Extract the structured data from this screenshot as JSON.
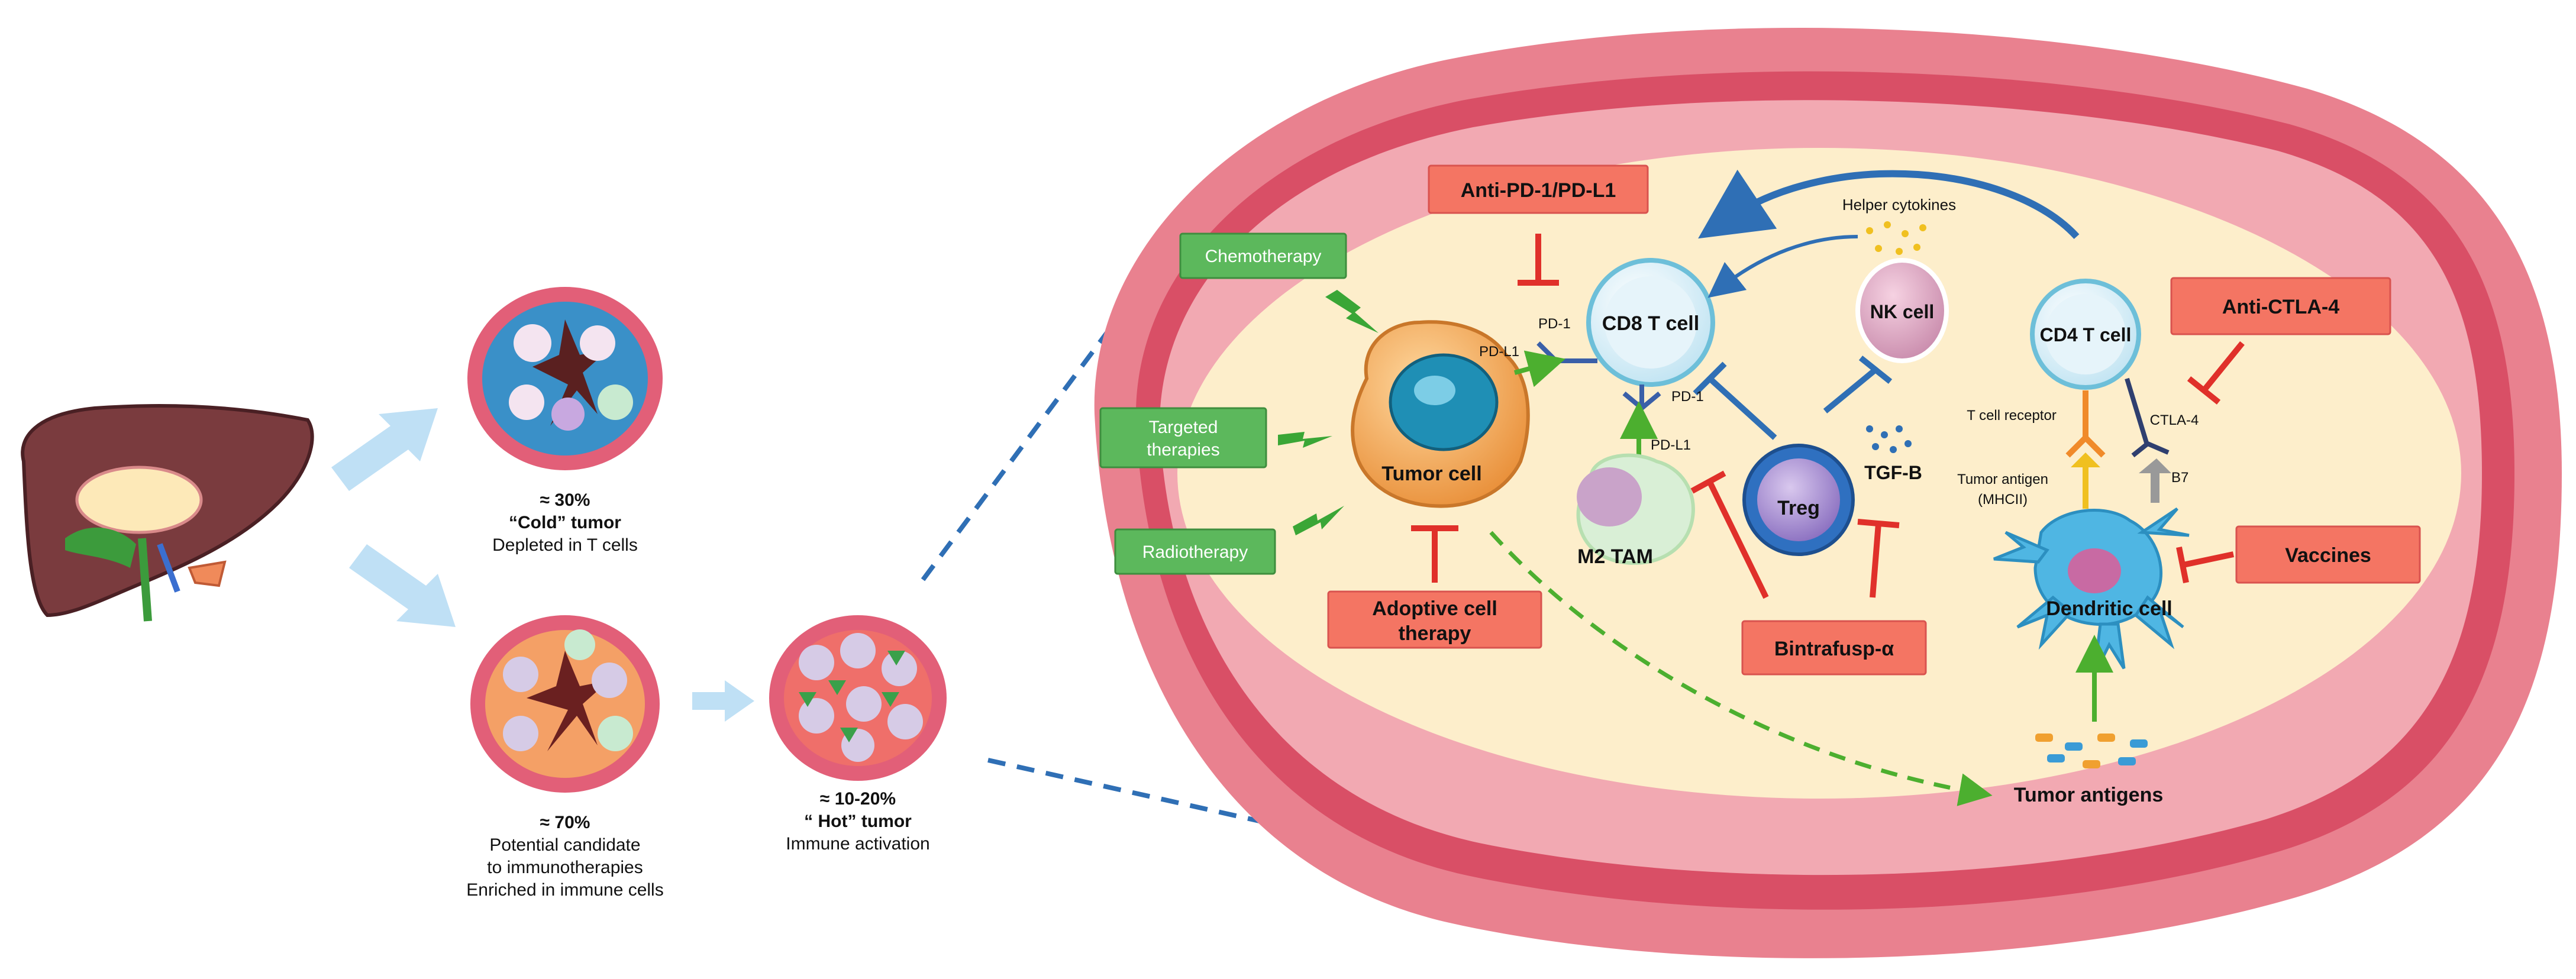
{
  "tumors": {
    "cold_pct": "≈ 30%",
    "cold_name": "“Cold” tumor",
    "cold_desc": "Depleted in T cells",
    "warm_pct": "≈ 70%",
    "warm_desc1": "Potential candidate",
    "warm_desc2": "to immunotherapies",
    "warm_desc3": "Enriched in immune cells",
    "hot_pct": "≈ 10-20%",
    "hot_name": "“ Hot” tumor",
    "hot_desc": "Immune activation"
  },
  "therapies": {
    "chemotherapy": "Chemotherapy",
    "targeted_1": "Targeted",
    "targeted_2": "therapies",
    "radiotherapy": "Radiotherapy"
  },
  "treatments": {
    "anti_pd1": "Anti-PD-1/PD-L1",
    "adoptive_1": "Adoptive cell",
    "adoptive_2": "therapy",
    "bintrafusp": "Bintrafusp-α",
    "anti_ctla4": "Anti-CTLA-4",
    "vaccines": "Vaccines"
  },
  "cells": {
    "tumor_cell": "Tumor cell",
    "cd8": "CD8 T cell",
    "nk": "NK cell",
    "cd4": "CD4 T cell",
    "m2": "M2 TAM",
    "treg": "Treg",
    "tgfb": "TGF-B",
    "dendritic": "Dendritic cell",
    "tumor_antigens": "Tumor antigens"
  },
  "labels": {
    "pd1_top": "PD-1",
    "pdl1_tumor": "PD-L1",
    "pd1_m2": "PD-1",
    "pdl1_m2": "PD-L1",
    "helper": "Helper cytokines",
    "tcr": "T cell receptor",
    "ctla4": "CTLA-4",
    "tumor_antigen_1": "Tumor antigen",
    "tumor_antigen_2": "(MHCII)",
    "b7": "B7"
  },
  "colors": {
    "green_box": "#5cb85c",
    "red_box": "#f47563",
    "inhibit_red": "#e0302a",
    "blue_arrow": "#2f6fb5",
    "dash_green": "#4caf2f",
    "tissue_pink": "#e9818f",
    "interior_cream": "#fdeecb"
  }
}
